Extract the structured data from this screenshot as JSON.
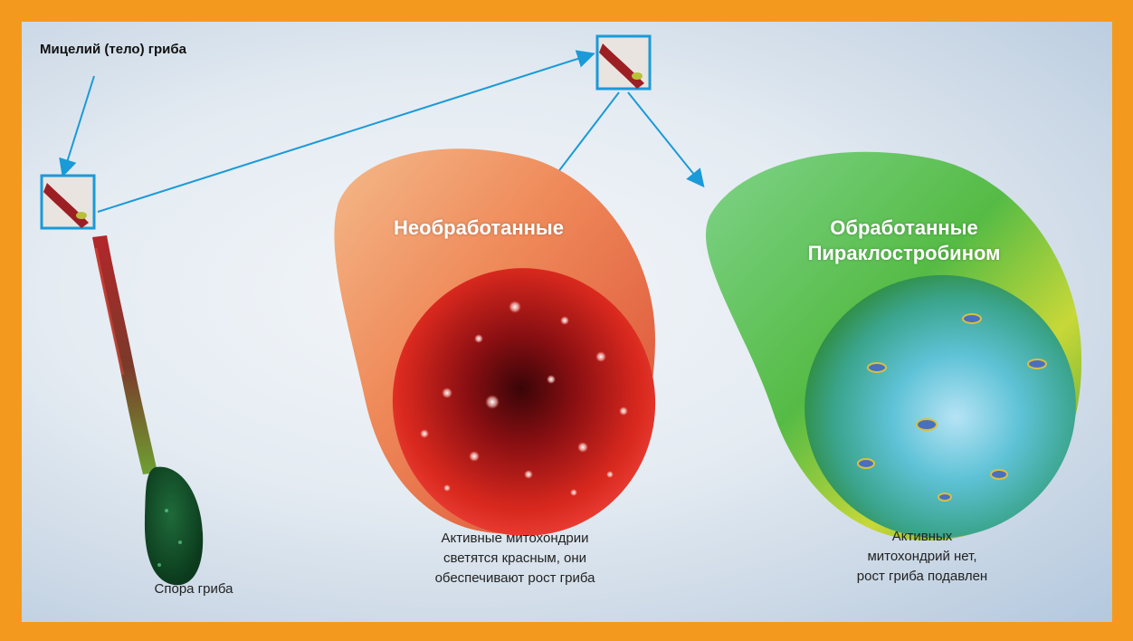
{
  "labels": {
    "mycelium": "Мицелий (тело) гриба",
    "spore": "Спора гриба",
    "untreated_title": "Необработанные",
    "treated_title_lines": [
      "Обработанные",
      "Пираклостробином"
    ],
    "untreated_caption_lines": [
      "Активные митохондрии",
      "светятся красным, они",
      "обеспечивают рост гриба"
    ],
    "treated_caption_lines": [
      "Активных",
      "митохондрий нет,",
      "рост гриба подавлен"
    ]
  },
  "colors": {
    "frame": "#f39a1e",
    "arrow": "#1a9ad8",
    "untreated": "#e0281c",
    "treated": "#47b83a"
  }
}
